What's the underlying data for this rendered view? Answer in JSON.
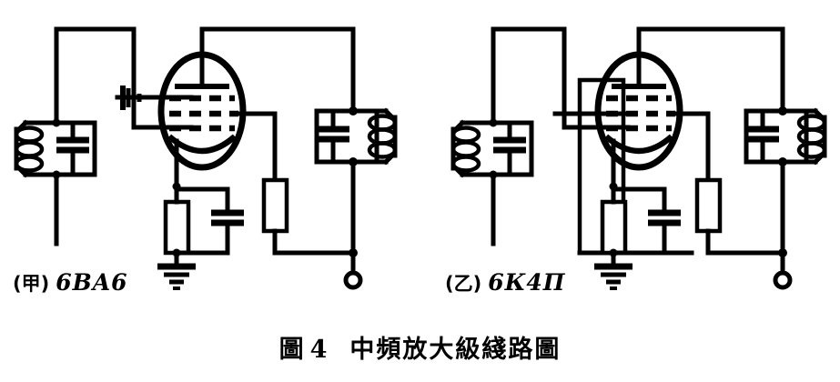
{
  "figure": {
    "caption_prefix": "圖",
    "caption_number": "4",
    "caption_title": "中頻放大級綫路圖",
    "caption_full": "圖 4　中頻放大級綫路圖",
    "ink_color": "#000000",
    "paper_color": "#ffffff"
  },
  "circuits": [
    {
      "id": "circuit-a",
      "marker": "(甲)",
      "tube_type": "6BA6",
      "label_full": "(甲) 6BA6",
      "components": {
        "input_tank": {
          "name": "input-if-tank",
          "coil_turns": 3,
          "has_capacitor": true
        },
        "output_tank": {
          "name": "output-if-tank",
          "coil_turns": 3,
          "has_capacitor": true
        },
        "tube": {
          "name": "pentode-tube",
          "grid_count": 3,
          "has_plate": true,
          "has_cathode": true
        },
        "cathode_resistor": {
          "name": "cathode-resistor"
        },
        "cathode_bypass_capacitor": {
          "name": "cathode-bypass-capacitor"
        },
        "screen_resistor": {
          "name": "screen-dropping-resistor"
        },
        "suppressor_ground": {
          "name": "suppressor-grid-ground"
        },
        "cathode_ground": {
          "name": "cathode-ground"
        },
        "output_terminal": {
          "name": "b-plus-terminal"
        }
      }
    },
    {
      "id": "circuit-b",
      "marker": "(乙)",
      "tube_type": "6К4П",
      "label_full": "(乙) 6К4П",
      "components": {
        "input_tank": {
          "name": "input-if-tank",
          "coil_turns": 3,
          "has_capacitor": true
        },
        "output_tank": {
          "name": "output-if-tank",
          "coil_turns": 3,
          "has_capacitor": true
        },
        "tube": {
          "name": "pentode-tube",
          "grid_count": 3,
          "has_plate": true,
          "has_cathode": true
        },
        "shield": {
          "name": "tube-shield-box"
        },
        "cathode_resistor": {
          "name": "cathode-resistor"
        },
        "cathode_bypass_capacitor": {
          "name": "cathode-bypass-capacitor"
        },
        "screen_resistor": {
          "name": "screen-dropping-resistor"
        },
        "cathode_ground": {
          "name": "cathode-ground"
        },
        "output_terminal": {
          "name": "b-plus-terminal"
        }
      }
    }
  ]
}
